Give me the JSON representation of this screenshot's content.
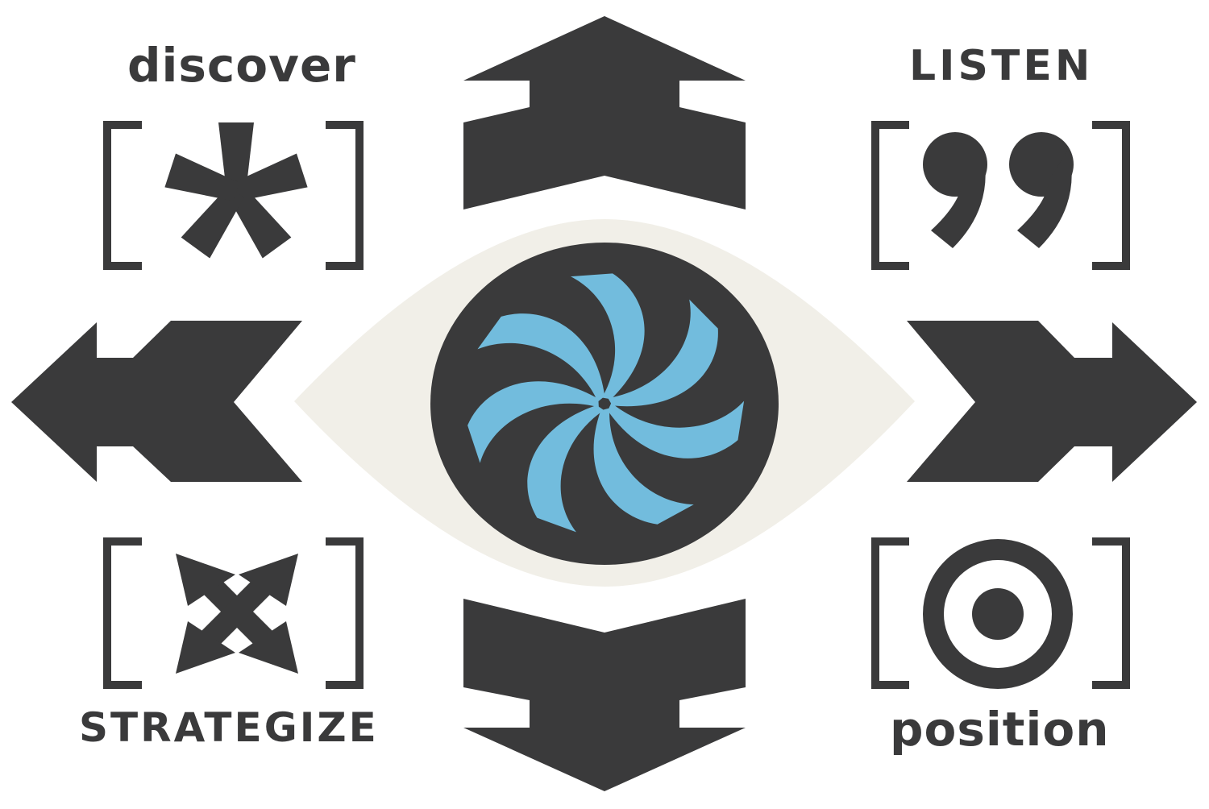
{
  "labels": {
    "top_left": "discover",
    "top_right": "LISTEN",
    "bottom_left": "STRATEGIZE",
    "bottom_right": "position"
  },
  "icons": {
    "top_left": "asterisk-icon",
    "top_right": "quotation-marks-icon",
    "bottom_left": "expand-arrows-icon",
    "bottom_right": "target-icon",
    "center": "eye-aperture-icon"
  },
  "colors": {
    "dark": "#3a3a3b",
    "iris_blue": "#72bcdd",
    "eye_white": "#f1efe8",
    "background": "#ffffff"
  }
}
